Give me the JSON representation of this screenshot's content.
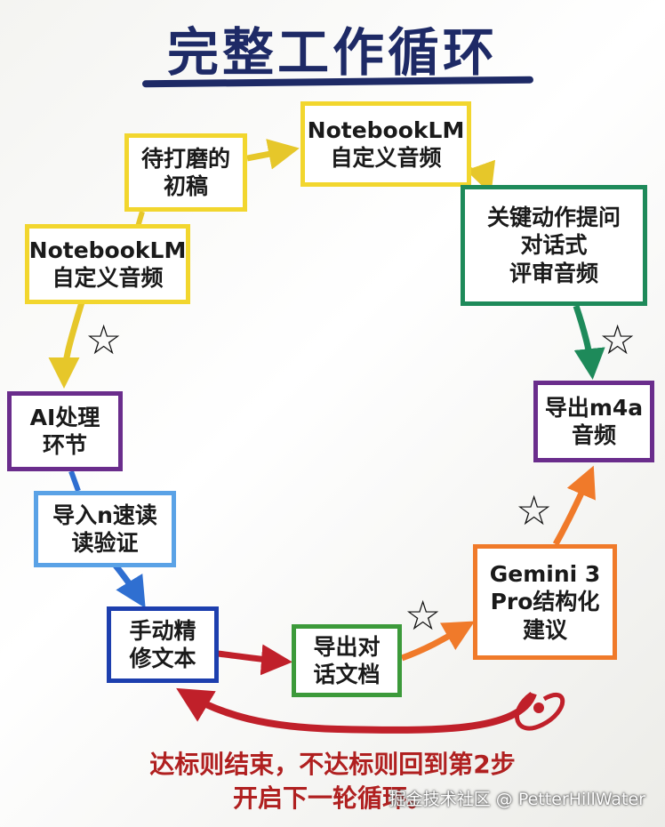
{
  "title": "完整工作循环",
  "nodes": [
    {
      "lines": [
        "待打磨的",
        "初稿"
      ]
    },
    {
      "lines": [
        "NotebookLM",
        "自定义音频"
      ]
    },
    {
      "lines": [
        "关键动作提问",
        "对话式",
        "评审音频"
      ]
    },
    {
      "lines": [
        "NotebookLM",
        "自定义音频"
      ]
    },
    {
      "lines": [
        "AI处理",
        "环节"
      ]
    },
    {
      "lines": [
        "导入n速读",
        "读验证"
      ]
    },
    {
      "lines": [
        "手动精",
        "修文本"
      ]
    },
    {
      "lines": [
        "导出对",
        "话文档"
      ]
    },
    {
      "lines": [
        "Gemini 3",
        "Pro结构化",
        "建议"
      ]
    },
    {
      "lines": [
        "导出m4a",
        "音频"
      ]
    }
  ],
  "star_symbol": "☆",
  "bottom_text": [
    "达标则结束，不达标则回到第2步",
    "开启下一轮循环。"
  ],
  "watermark": "掘金技术社区 @ PetterHillWater",
  "colors": {
    "title": "#1e2a66",
    "yellow": "#f2d62e",
    "green": "#1e8a5a",
    "purple": "#6a2d8c",
    "light_blue": "#5aa2e6",
    "blue": "#1d3fae",
    "green2": "#3c9a3a",
    "orange": "#f07a2a",
    "red": "#b02020"
  }
}
